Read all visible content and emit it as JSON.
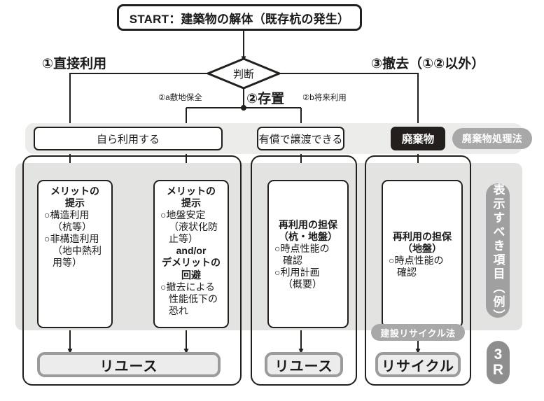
{
  "title": "START：建築物の解体（既存杭の発生）",
  "decision": {
    "label": "判断"
  },
  "branches": {
    "left_main": "①直接利用",
    "right_main": "③撤去（①②以外）",
    "mid_main": "②存置",
    "sub_a": "②a敷地保全",
    "sub_b": "②b将来利用"
  },
  "row2": {
    "self_use": "自ら利用する",
    "transfer": "有償で譲渡できる",
    "waste": "廃棄物",
    "waste_law": "廃棄物処理法"
  },
  "cards": {
    "c1": {
      "head1": "メリットの",
      "head2": "提示",
      "lines": [
        "○構造利用",
        "（杭等）",
        "○非構造利用",
        "（地中熱利",
        "用等）"
      ]
    },
    "c2": {
      "head1": "メリットの",
      "head2": "提示",
      "lines_a": [
        "○地盤安定",
        "（液状化防",
        "止等）"
      ],
      "andor": "and/or",
      "head3": "デメリットの",
      "head4": "回避",
      "lines_b": [
        "○撤去による",
        "性能低下の",
        "恐れ"
      ]
    },
    "c3": {
      "head1": "再利用の担保",
      "head2": "（杭・地盤）",
      "lines": [
        "○時点性能の",
        "確認",
        "○利用計画",
        "（概要）"
      ]
    },
    "c4": {
      "head1": "再利用の担保",
      "head2": "（地盤）",
      "lines": [
        "○時点性能の",
        "確認"
      ]
    }
  },
  "results": {
    "reuse_left": "リユース",
    "reuse_mid": "リユース",
    "recycle": "リサイクル"
  },
  "side": {
    "vertical_pill": "表示すべき項目（例）",
    "badge_line1": "3",
    "badge_line2": "R",
    "construction_recycle_law": "建設リサイクル法"
  },
  "colors": {
    "ink": "#231f1d",
    "band": "#ececeb",
    "content_band": "#e3e3e2",
    "pill_gray": "#a8a8a8",
    "result_border": "#9b9b9b"
  }
}
